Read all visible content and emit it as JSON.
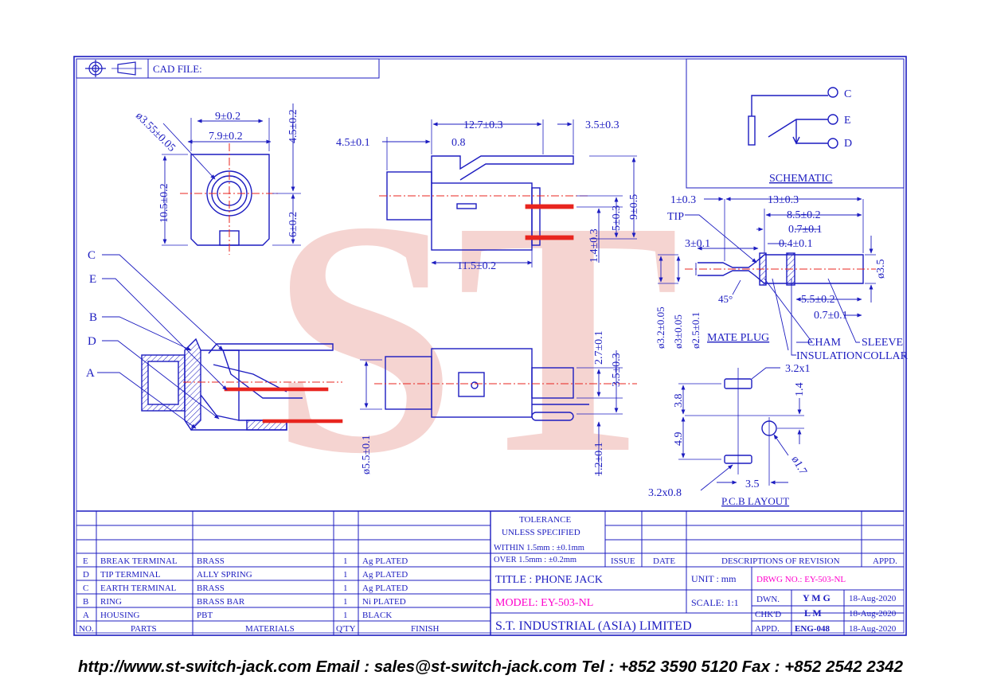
{
  "colors": {
    "line": "#1c1cc0",
    "text": "#1c1cc0",
    "accent": "#ff00cc",
    "red": "#e8251f",
    "logo": "#f2c6c2"
  },
  "header": {
    "cad_file": "CAD FILE:"
  },
  "logo": {
    "text": "ST"
  },
  "schematic": {
    "title": "SCHEMATIC",
    "pins": [
      "C",
      "E",
      "D"
    ]
  },
  "front_view": {
    "dims": [
      "9±0.2",
      "7.9±0.2",
      "ø3.55±0.05",
      "4.5±0.2",
      "10.5±0.2",
      "6±0.2"
    ]
  },
  "side_view": {
    "dims": [
      "12.7±0.3",
      "3.5±0.3",
      "4.5±0.1",
      "0.8",
      "1.4±0.3",
      "5±0.3",
      "9±0.5",
      "11.5±0.2"
    ]
  },
  "section_view": {
    "labels": [
      "C",
      "E",
      "B",
      "D",
      "A"
    ]
  },
  "bottom_view": {
    "dims": [
      "2.7±0.1",
      "3.5±0.3",
      "ø5.5±0.1",
      "1.2±0.1"
    ]
  },
  "mate_plug": {
    "title": "MATE PLUG",
    "dims": [
      "1±0.3",
      "13±0.3",
      "8.5±0.2",
      "0.7±0.1",
      "3±0.1",
      "0.4±0.1",
      "ø3.5",
      "5.5±0.2",
      "0.7±0.1",
      "45°",
      "ø3.2±0.05",
      "ø3±0.05",
      "ø2.5±0.1"
    ],
    "labels": [
      "TIP",
      "CHAM",
      "INSULATION",
      "COLLAR",
      "SLEEVE"
    ]
  },
  "pcb_layout": {
    "title": "P.C.B LAYOUT",
    "dims": [
      "3.2x1",
      "3.8",
      "1.4",
      "4.9",
      "ø1.7",
      "3.5",
      "3.2x0.8"
    ]
  },
  "tolerance": {
    "title": "TOLERANCE",
    "sub": "UNLESS   SPECIFIED",
    "within": "WITHIN  1.5mm : ±0.1mm",
    "over": "OVER    1.5mm : ±0.2mm"
  },
  "revision": {
    "issue": "ISSUE",
    "date": "DATE",
    "desc": "DESCRIPTIONS  OF  REVISION",
    "appd": "APPD."
  },
  "bom": {
    "headers": {
      "no": "NO.",
      "parts": "PARTS",
      "materials": "MATERIALS",
      "qty": "Q'TY",
      "finish": "FINISH"
    },
    "rows": [
      {
        "no": "E",
        "part": "BREAK TERMINAL",
        "material": "BRASS",
        "qty": "1",
        "finish": "Ag PLATED"
      },
      {
        "no": "D",
        "part": "TIP TERMINAL",
        "material": "ALLY SPRING",
        "qty": "1",
        "finish": "Ag PLATED"
      },
      {
        "no": "C",
        "part": "EARTH TERMINAL",
        "material": "BRASS",
        "qty": "1",
        "finish": "Ag PLATED"
      },
      {
        "no": "B",
        "part": "RING",
        "material": "BRASS BAR",
        "qty": "1",
        "finish": "Ni PLATED"
      },
      {
        "no": "A",
        "part": "HOUSING",
        "material": "PBT",
        "qty": "1",
        "finish": "BLACK"
      }
    ]
  },
  "title_block": {
    "title": "TITLE : PHONE JACK",
    "unit": "UNIT :  mm",
    "drwg": "DRWG NO.: EY-503-NL",
    "model": "MODEL: EY-503-NL",
    "scale": "SCALE:  1:1",
    "company": "S.T.  INDUSTRIAL  (ASIA)  LIMITED",
    "dwn": "DWN.",
    "chkd": "CHK'D",
    "appd": "APPD.",
    "dwn_name": "Y M G",
    "chkd_name": "L M",
    "appd_name": "ENG-048",
    "dwn_date": "18-Aug-2020",
    "chkd_date": "18-Aug-2020",
    "appd_date": "18-Aug-2020"
  },
  "footer": {
    "text": "http://www.st-switch-jack.com  Email : sales@st-switch-jack.com  Tel : +852 3590 5120  Fax : +852 2542 2342"
  }
}
